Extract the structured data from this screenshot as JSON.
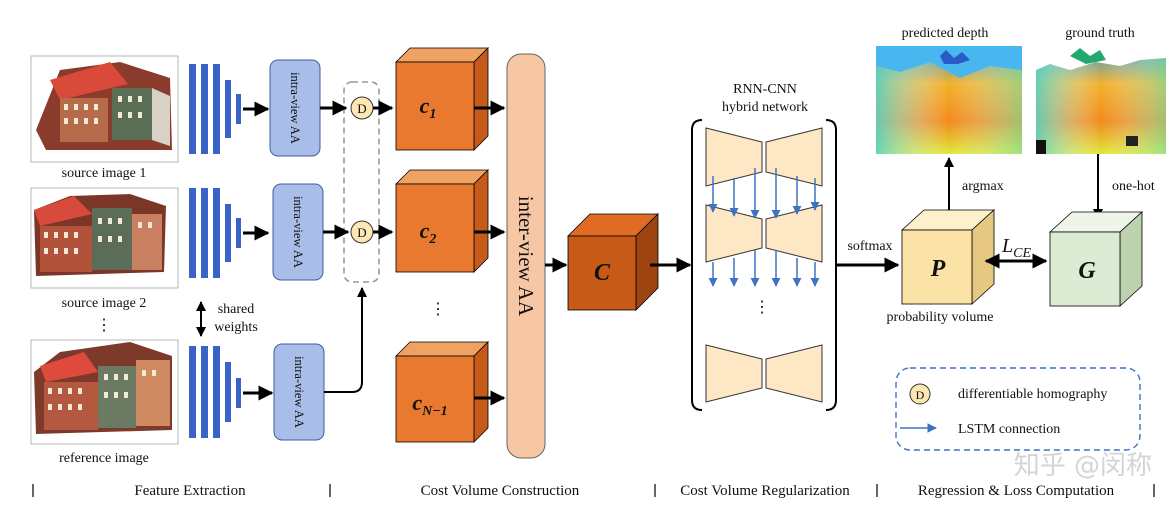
{
  "colors": {
    "feature_bar": "#3a63c7",
    "aa_box": "#a8bde8",
    "cost_front": "#e8792e",
    "cost_top": "#f0a263",
    "cost_side": "#c55a1b",
    "inter_view_bar": "#f7c7a5",
    "big_cost_front": "#c85a18",
    "prob_front": "#fbe3a8",
    "gt_front": "#dcebd3",
    "lstm_arrow": "#3f72c2",
    "hourglass": "#fde7c4"
  },
  "source_images": [
    {
      "caption": "source image 1"
    },
    {
      "caption": "source image 2"
    }
  ],
  "reference_image": {
    "caption": "reference image"
  },
  "ellipsis": "⋮",
  "shared_weights_label": [
    "shared",
    "weights"
  ],
  "intra_view_label": "intra-view AA",
  "homography_symbol": "D",
  "cost_volumes": [
    {
      "letter": "c",
      "sub": "1"
    },
    {
      "letter": "c",
      "sub": "2"
    },
    {
      "letter": "c",
      "sub": "N−1"
    }
  ],
  "inter_view_label": "inter-view AA",
  "combined_cost": "C",
  "rnn_cnn_label": [
    "RNN-CNN",
    "hybrid network"
  ],
  "softmax_label": "softmax",
  "prob_volume": {
    "letter": "P",
    "caption": "probability volume"
  },
  "argmax_label": "argmax",
  "loss_label": {
    "base": "L",
    "sub": "CE"
  },
  "gt_volume": {
    "letter": "G"
  },
  "onehot_label": "one-hot",
  "predicted_depth_label": "predicted depth",
  "ground_truth_label": "ground truth",
  "legend": {
    "homography": "differentiable homography",
    "lstm": "LSTM connection"
  },
  "watermark": "知乎 @闵称",
  "sections": [
    "Feature Extraction",
    "Cost Volume Construction",
    "Cost Volume Regularization",
    "Regression & Loss Computation"
  ]
}
